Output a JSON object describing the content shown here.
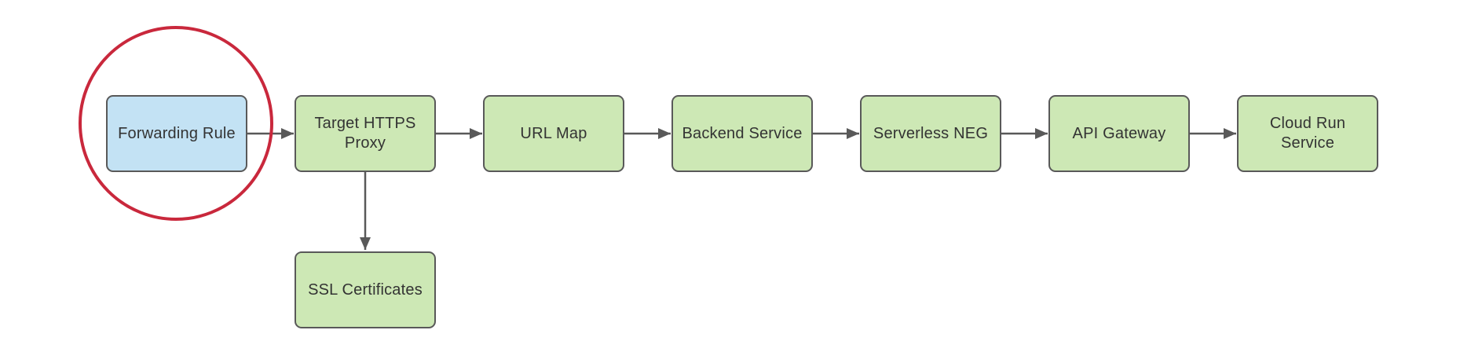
{
  "diagram": {
    "description": "Flowchart of HTTPS load balancing path to a Cloud Run service",
    "colors": {
      "node_green_fill": "#cde8b5",
      "node_blue_fill": "#c3e2f4",
      "node_border": "#595959",
      "arrow": "#595959",
      "text": "#333333",
      "highlight_red": "#c9283c",
      "background": "#ffffff"
    },
    "nodes": [
      {
        "id": "forwarding-rule",
        "label": "Forwarding Rule",
        "fill": "blue",
        "highlighted": true
      },
      {
        "id": "target-https-proxy",
        "label": "Target HTTPS\nProxy",
        "fill": "green",
        "highlighted": false
      },
      {
        "id": "url-map",
        "label": "URL Map",
        "fill": "green",
        "highlighted": false
      },
      {
        "id": "backend-service",
        "label": "Backend Service",
        "fill": "green",
        "highlighted": false
      },
      {
        "id": "serverless-neg",
        "label": "Serverless NEG",
        "fill": "green",
        "highlighted": false
      },
      {
        "id": "api-gateway",
        "label": "API Gateway",
        "fill": "green",
        "highlighted": false
      },
      {
        "id": "cloud-run-service",
        "label": "Cloud Run\nService",
        "fill": "green",
        "highlighted": false
      },
      {
        "id": "ssl-certificates",
        "label": "SSL Certificates",
        "fill": "green",
        "highlighted": false
      }
    ],
    "edges": [
      {
        "from": "forwarding-rule",
        "to": "target-https-proxy",
        "direction": "right"
      },
      {
        "from": "target-https-proxy",
        "to": "url-map",
        "direction": "right"
      },
      {
        "from": "url-map",
        "to": "backend-service",
        "direction": "right"
      },
      {
        "from": "backend-service",
        "to": "serverless-neg",
        "direction": "right"
      },
      {
        "from": "serverless-neg",
        "to": "api-gateway",
        "direction": "right"
      },
      {
        "from": "api-gateway",
        "to": "cloud-run-service",
        "direction": "right"
      },
      {
        "from": "target-https-proxy",
        "to": "ssl-certificates",
        "direction": "down"
      }
    ],
    "annotations": [
      {
        "type": "ellipse-highlight",
        "around": "forwarding-rule",
        "color": "#c9283c"
      }
    ]
  }
}
